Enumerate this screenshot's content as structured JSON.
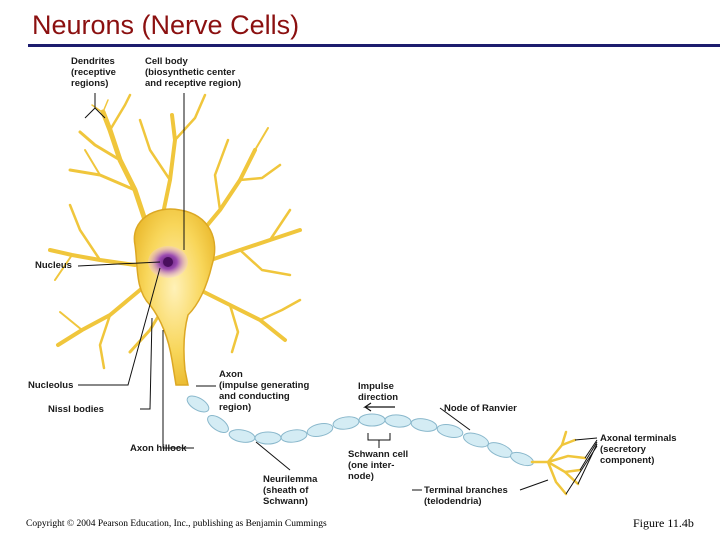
{
  "slide": {
    "title": "Neurons (Nerve Cells)",
    "copyright": "Copyright © 2004 Pearson Education, Inc., publishing as Benjamin Cummings",
    "figure_ref": "Figure 11.4b"
  },
  "labels": {
    "dendrites": "Dendrites\n(receptive\nregions)",
    "cell_body": "Cell body\n(biosynthetic center\nand receptive region)",
    "nucleus": "Nucleus",
    "nucleolus": "Nucleolus",
    "nissl_bodies": "Nissl bodies",
    "axon": "Axon\n(impulse generating\nand conducting\nregion)",
    "axon_hillock": "Axon hillock",
    "impulse_direction": "Impulse\ndirection",
    "node_of_ranvier": "Node of Ranvier",
    "schwann_cell": "Schwann cell\n(one inter-\nnode)",
    "axonal_terminals": "Axonal terminals\n(secretory\ncomponent)",
    "neurilemma": "Neurilemma\n(sheath of\nSchwann)",
    "terminal_branches": "Terminal branches\n(telodendria)"
  },
  "colors": {
    "title": "#8b1010",
    "rule": "#1c1c6e",
    "cell": "#f6cf4a",
    "cell_outline": "#dca824",
    "nucleus": "#8a3a9a",
    "myelin": "#d4ecf4",
    "myelin_outline": "#8ab8cc"
  }
}
